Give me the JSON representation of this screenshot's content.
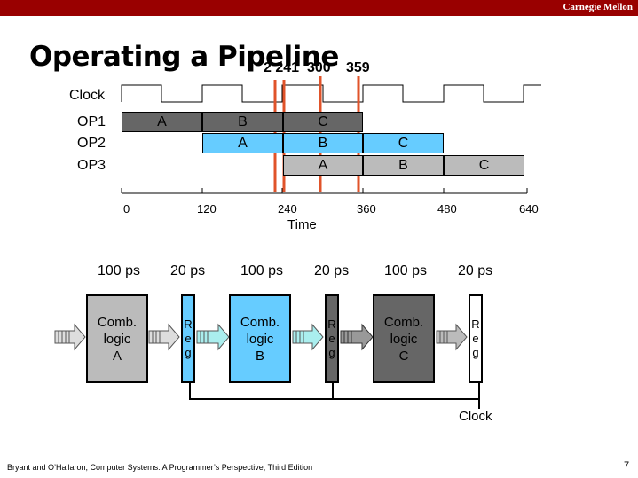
{
  "header": {
    "brand": "Carnegie Mellon"
  },
  "slide": {
    "title": "Operating a Pipeline"
  },
  "timestamps": [
    "2 241",
    "300",
    "359"
  ],
  "rows": {
    "clock": "Clock",
    "op1": "OP1",
    "op2": "OP2",
    "op3": "OP3"
  },
  "bars": {
    "op1": [
      "A",
      "B",
      "C"
    ],
    "op2": [
      "A",
      "B",
      "C"
    ],
    "op3": [
      "A",
      "B",
      "C"
    ]
  },
  "axis": {
    "ticks": [
      "0",
      "120",
      "240",
      "360",
      "480",
      "640"
    ],
    "label": "Time"
  },
  "circuit": {
    "delays": [
      "100 ps",
      "20 ps",
      "100 ps",
      "20 ps",
      "100 ps",
      "20 ps"
    ],
    "comb_a": [
      "Comb.",
      "logic",
      "A"
    ],
    "comb_b": [
      "Comb.",
      "logic",
      "B"
    ],
    "comb_c": [
      "Comb.",
      "logic",
      "C"
    ],
    "reg": [
      "R",
      "e",
      "g"
    ],
    "clock": "Clock"
  },
  "colors": {
    "header": "#990000",
    "dark": "#666666",
    "light": "#bbbbbb",
    "blue": "#66ccff",
    "marker": "#e0532a"
  },
  "footer": {
    "citation": "Bryant and O’Hallaron, Computer Systems: A Programmer’s Perspective, Third Edition",
    "page": "7"
  }
}
